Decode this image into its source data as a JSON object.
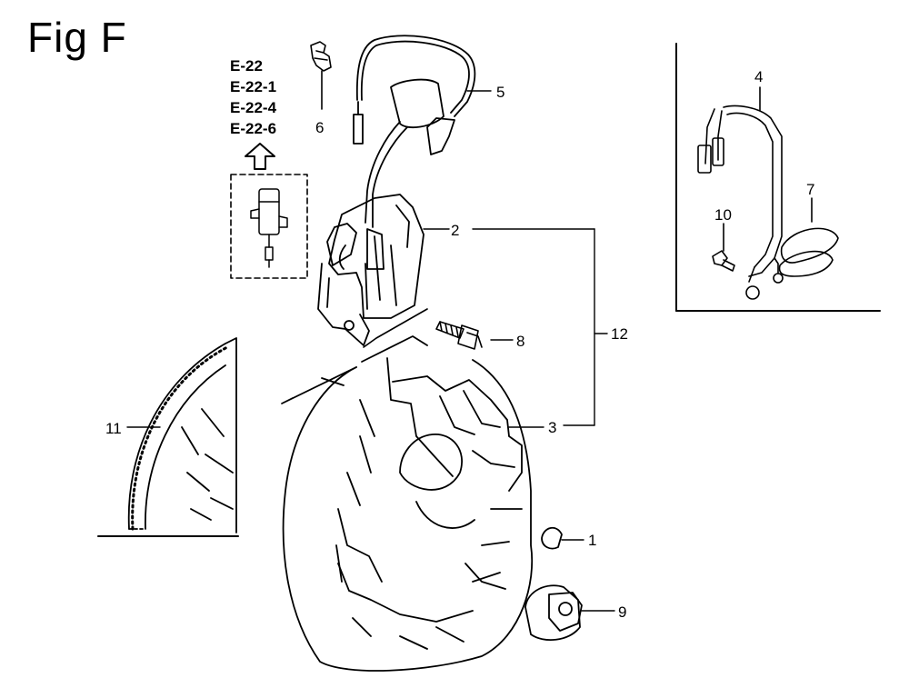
{
  "figure": {
    "title": "Fig F",
    "reference_codes": [
      "E-22",
      "E-22-1",
      "E-22-4",
      "E-22-6"
    ]
  },
  "callouts": [
    "1",
    "2",
    "3",
    "4",
    "5",
    "6",
    "7",
    "8",
    "9",
    "10",
    "11",
    "12"
  ]
}
